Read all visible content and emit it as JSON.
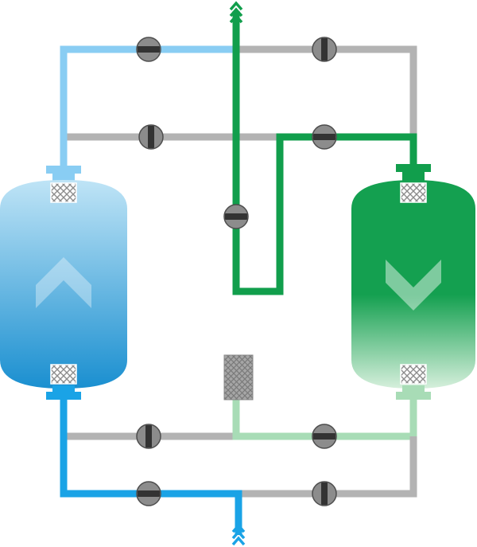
{
  "colors": {
    "background": "#ffffff",
    "pipe_idle": "#b3b3b3",
    "pipe_wet_light": "#89cdf3",
    "pipe_wet": "#1aa3e6",
    "pipe_dry": "#119e4c",
    "pipe_purge": "#a8dcb6",
    "valve_body": "#8c8c8c",
    "valve_outline": "#4d4d4d",
    "valve_bar": "#333333",
    "tank_left_top": "#bfe4f6",
    "tank_left_bottom": "#1a8fd0",
    "tank_right_top": "#14a050",
    "tank_right_bottom": "#d6efdc",
    "mesh": "#8c8c8c",
    "filter": "#8f8f8f"
  },
  "icons": {
    "flow_in": "chevron-up-double-icon",
    "flow_out": "chevron-up-double-icon",
    "left_tank_direction": "chevron-up-icon",
    "right_tank_direction": "chevron-down-icon",
    "valve": "valve-icon",
    "mesh": "mesh-filter-icon"
  },
  "valves": [
    {
      "id": "top-left",
      "state": "closed"
    },
    {
      "id": "top-right",
      "state": "open"
    },
    {
      "id": "mid-left",
      "state": "open"
    },
    {
      "id": "mid-right",
      "state": "closed"
    },
    {
      "id": "center-bypass",
      "state": "closed"
    },
    {
      "id": "bottom-upper-left",
      "state": "open"
    },
    {
      "id": "bottom-upper-right",
      "state": "closed"
    },
    {
      "id": "bottom-lower-left",
      "state": "closed"
    },
    {
      "id": "bottom-lower-right",
      "state": "open"
    }
  ],
  "tanks": [
    {
      "id": "left",
      "state": "drying",
      "flow": "up"
    },
    {
      "id": "right",
      "state": "regenerating",
      "flow": "down"
    }
  ]
}
